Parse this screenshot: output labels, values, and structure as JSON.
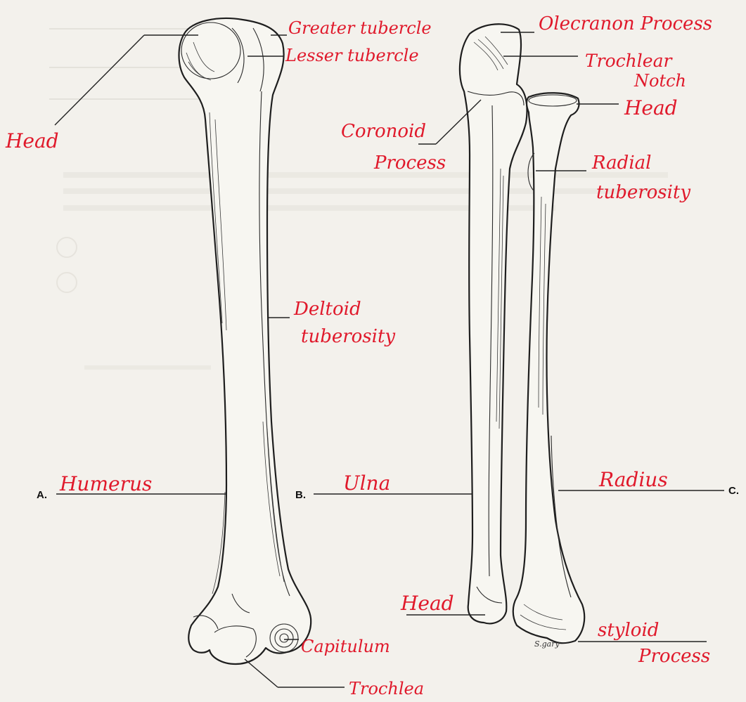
{
  "labels": {
    "humerus_head": "Head",
    "greater_tubercle": "Greater tubercle",
    "lesser_tubercle": "Lesser tubercle",
    "deltoid_line1": "Deltoid",
    "deltoid_line2": "tuberosity",
    "capitulum": "Capitulum",
    "trochlea": "Trochlea",
    "humerus": "Humerus",
    "olecranon": "Olecranon Process",
    "trochlear_line1": "Trochlear",
    "trochlear_line2": "Notch",
    "coronoid_line1": "Coronoid",
    "coronoid_line2": "Process",
    "ulna": "Ulna",
    "ulna_head": "Head",
    "radius_head": "Head",
    "radial_tub_line1": "Radial",
    "radial_tub_line2": "tuberosity",
    "radius": "Radius",
    "styloid_line1": "styloid",
    "styloid_line2": "Process"
  },
  "markers": {
    "a": "A.",
    "b": "B.",
    "c": "C."
  },
  "signature": "S.gary",
  "colors": {
    "handwriting": "#e0192b",
    "ink": "#1e1e1e",
    "paper": "#f3f1ec"
  }
}
